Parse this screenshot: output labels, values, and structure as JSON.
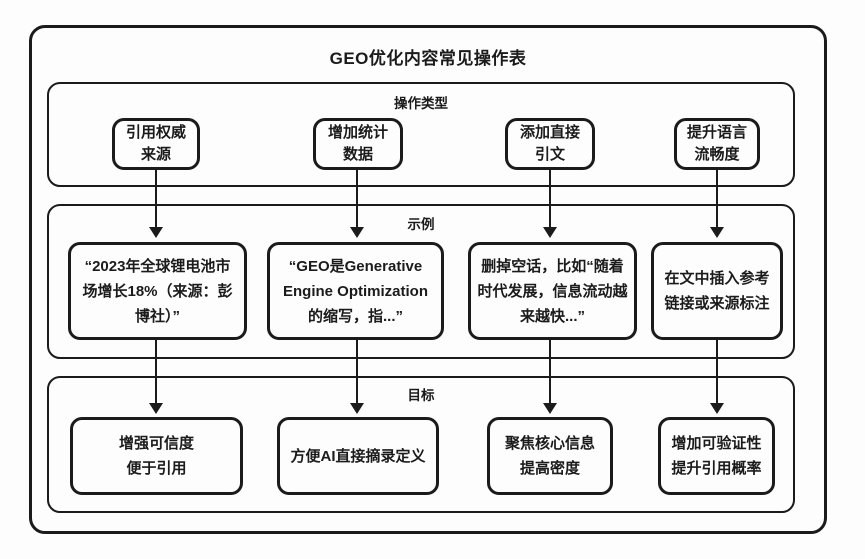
{
  "title": "GEO优化内容常见操作表",
  "colors": {
    "line": "#1b1b1b",
    "background": "#fdfdfd"
  },
  "sections": [
    {
      "label": "操作类型",
      "boxes": [
        "引用权威\n来源",
        "增加统计\n数据",
        "添加直接\n引文",
        "提升语言\n流畅度"
      ]
    },
    {
      "label": "示例",
      "boxes": [
        "“2023年全球锂电池市\n场增长18%（来源：彭\n博社）”",
        "“GEO是Generative\nEngine Optimization\n的缩写，指...”",
        "删掉空话，比如“随着\n时代发展，信息流动越\n来越快...”",
        "在文中插入参考\n链接或来源标注"
      ]
    },
    {
      "label": "目标",
      "boxes": [
        "增强可信度\n便于引用",
        "方便AI直接摘录定义",
        "聚焦核心信息\n提高密度",
        "增加可验证性\n提升引用概率"
      ]
    }
  ]
}
